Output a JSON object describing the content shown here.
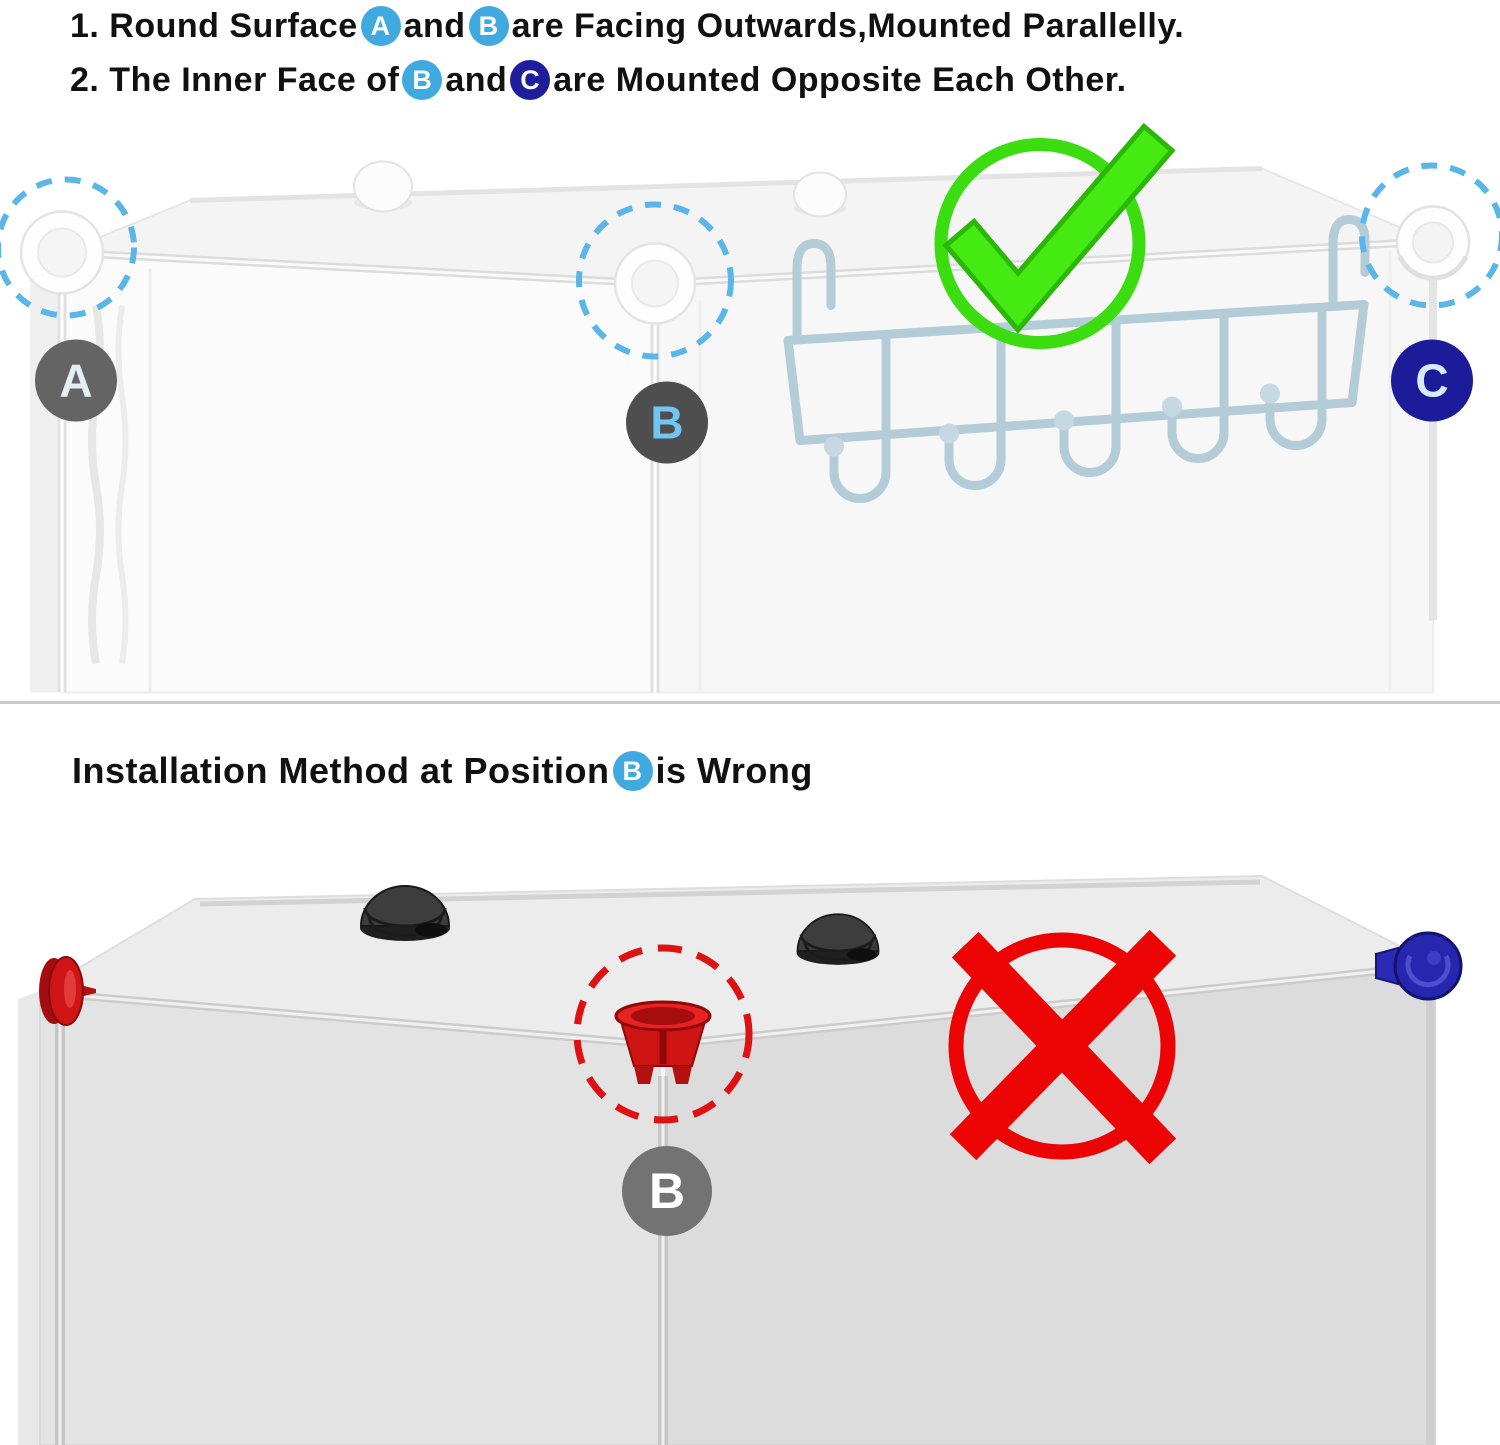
{
  "colors": {
    "badge_light_blue": "#3FA9E0",
    "badge_navy": "#1E1E9C",
    "badge_gray": "#646464",
    "badge_gray_dark": "#4E4E4E",
    "check_green": "#3BDC10",
    "cross_red": "#EC0404",
    "dashed_blue": "#5AB5E8",
    "dashed_red": "#DE1212",
    "rack_blue_gray": "#B4CBD8",
    "connector_red": "#CF1414",
    "connector_navy_dark": "#2626AE"
  },
  "top_panel": {
    "instructions": [
      {
        "pre": "1. Round Surface",
        "badge1": "A",
        "mid": "and",
        "badge2": "B",
        "post": "are Facing Outwards,Mounted Parallelly."
      },
      {
        "pre": "2. The Inner Face of",
        "badge1": "B",
        "mid": "and",
        "badge2": "C",
        "post": "are Mounted Opposite Each Other."
      }
    ],
    "connector_labels": {
      "a": "A",
      "b": "B",
      "c": "C"
    }
  },
  "bottom_panel": {
    "title": {
      "pre": "Installation Method at Position",
      "badge": "B",
      "post": "is Wrong"
    },
    "connector_label_b": "B"
  }
}
